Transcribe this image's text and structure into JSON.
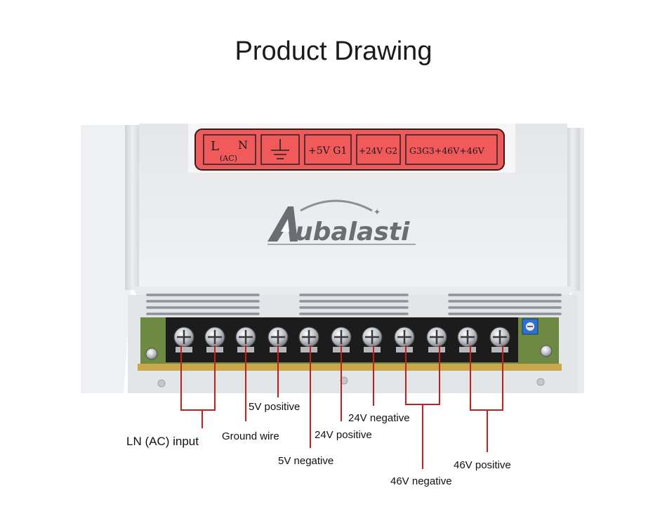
{
  "title": "Product Drawing",
  "panel": {
    "ln_l": "L",
    "ln_n": "N",
    "ln_ac": "(AC)",
    "seg_5v": "+5V G1",
    "seg_24v": "+24V G2",
    "seg_46v": "G3G3+46V+46V"
  },
  "brand": "ubalasti",
  "labels": {
    "ln_input": "LN (AC) input",
    "ground": "Ground wire",
    "pos5": "5V positive",
    "neg5": "5V negative",
    "pos24": "24V positive",
    "neg24": "24V negative",
    "neg46": "46V negative",
    "pos46": "46V positive"
  },
  "icons": [
    "ground-symbol-icon",
    "screw-terminal-icon",
    "adjust-potentiometer-icon"
  ],
  "colors": {
    "panel_red": "#f05a5a",
    "wire_red": "#c41f1f",
    "case_silver": "#dfe2e6",
    "pcb_green": "#6e8a42"
  }
}
